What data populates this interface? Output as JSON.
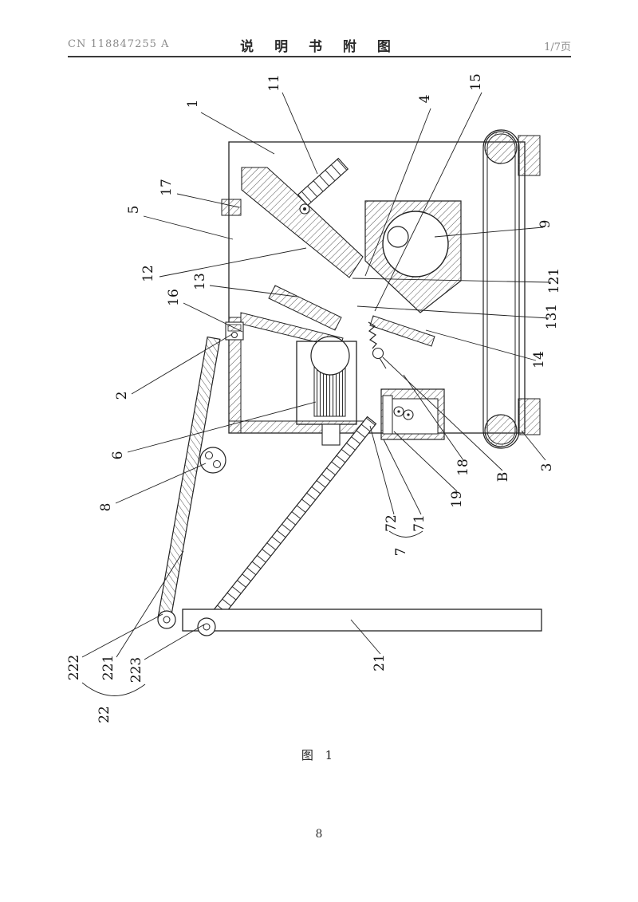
{
  "header": {
    "patent_number": "CN 118847255 A",
    "title": "说 明 书 附 图",
    "page_indicator": "1/7页"
  },
  "figure": {
    "caption": "图 1",
    "labels": {
      "n1": "1",
      "n11": "11",
      "n4": "4",
      "n15": "15",
      "n17": "17",
      "n5": "5",
      "n12": "12",
      "n13": "13",
      "n16": "16",
      "n9": "9",
      "n121": "121",
      "n131": "131",
      "n14": "14",
      "n2": "2",
      "n6": "6",
      "n8": "8",
      "n18": "18",
      "nB": "B",
      "n3": "3",
      "n19": "19",
      "n72": "72",
      "n71": "71",
      "n7": "7",
      "n21": "21",
      "n222": "222",
      "n221": "221",
      "n223": "223",
      "n22": "22"
    }
  },
  "footer": {
    "page_number": "8"
  },
  "colors": {
    "ink": "#1a1a1a",
    "muted": "#8a8a8a"
  }
}
